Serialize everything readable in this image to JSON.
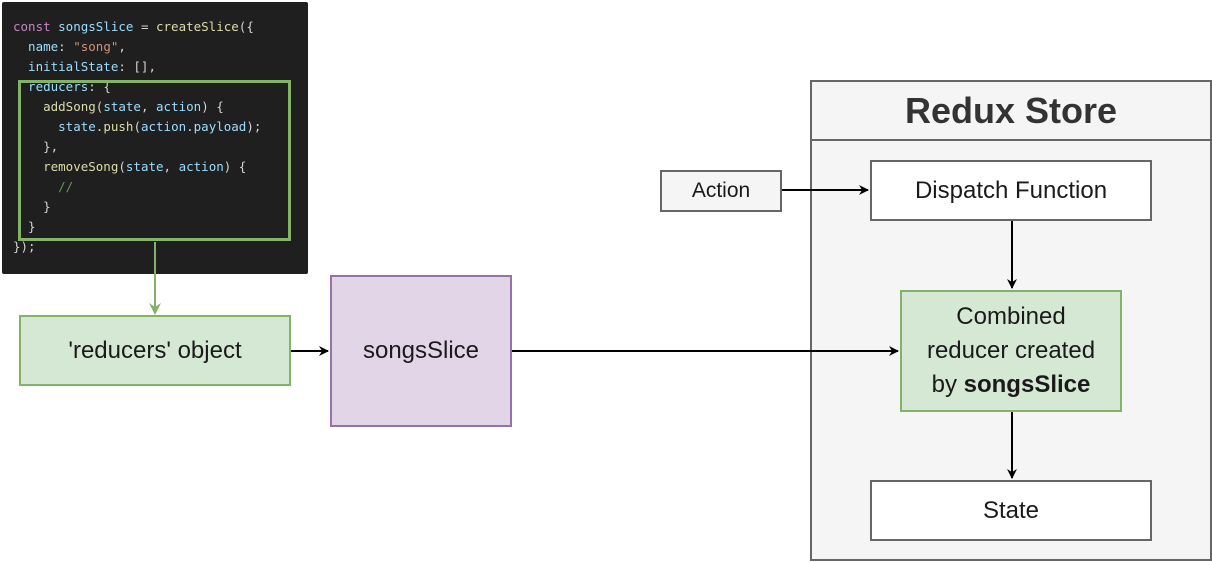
{
  "code": {
    "lines": [
      [
        [
          "kw",
          "const "
        ],
        [
          "var",
          "songsSlice"
        ],
        [
          "pl",
          " = "
        ],
        [
          "fn",
          "createSlice"
        ],
        [
          "pl",
          "({"
        ]
      ],
      [
        [
          "var",
          "  name"
        ],
        [
          "pl",
          ": "
        ],
        [
          "str",
          "\"song\""
        ],
        [
          "pl",
          ","
        ]
      ],
      [
        [
          "var",
          "  initialState"
        ],
        [
          "pl",
          ": [],"
        ]
      ],
      [
        [
          "var",
          "  reducers"
        ],
        [
          "pl",
          ": {"
        ]
      ],
      [
        [
          "fn",
          "    addSong"
        ],
        [
          "pl",
          "("
        ],
        [
          "var",
          "state"
        ],
        [
          "pl",
          ", "
        ],
        [
          "var",
          "action"
        ],
        [
          "pl",
          ") {"
        ]
      ],
      [
        [
          "var",
          "      state"
        ],
        [
          "pl",
          "."
        ],
        [
          "fn",
          "push"
        ],
        [
          "pl",
          "("
        ],
        [
          "var",
          "action"
        ],
        [
          "pl",
          "."
        ],
        [
          "var",
          "payload"
        ],
        [
          "pl",
          ");"
        ]
      ],
      [
        [
          "pl",
          "    },"
        ]
      ],
      [
        [
          "fn",
          "    removeSong"
        ],
        [
          "pl",
          "("
        ],
        [
          "var",
          "state"
        ],
        [
          "pl",
          ", "
        ],
        [
          "var",
          "action"
        ],
        [
          "pl",
          ") {"
        ]
      ],
      [
        [
          "cm",
          "      //"
        ]
      ],
      [
        [
          "pl",
          "    }"
        ]
      ],
      [
        [
          "pl",
          "  }"
        ]
      ],
      [
        [
          "pl",
          "});"
        ]
      ]
    ]
  },
  "nodes": {
    "reducers_object": "'reducers' object",
    "songs_slice": "songsSlice",
    "action": "Action",
    "store_title": "Redux Store",
    "dispatch": "Dispatch Function",
    "combined_prefix_1": "Combined",
    "combined_prefix_2": "reducer created",
    "combined_by": "by ",
    "combined_bold": "songsSlice",
    "state": "State"
  },
  "colors": {
    "green_fill": "#d5e8d4",
    "green_stroke": "#82b366",
    "purple_fill": "#e1d5e7",
    "purple_stroke": "#9673a6",
    "code_bg": "#1f1f1f"
  }
}
